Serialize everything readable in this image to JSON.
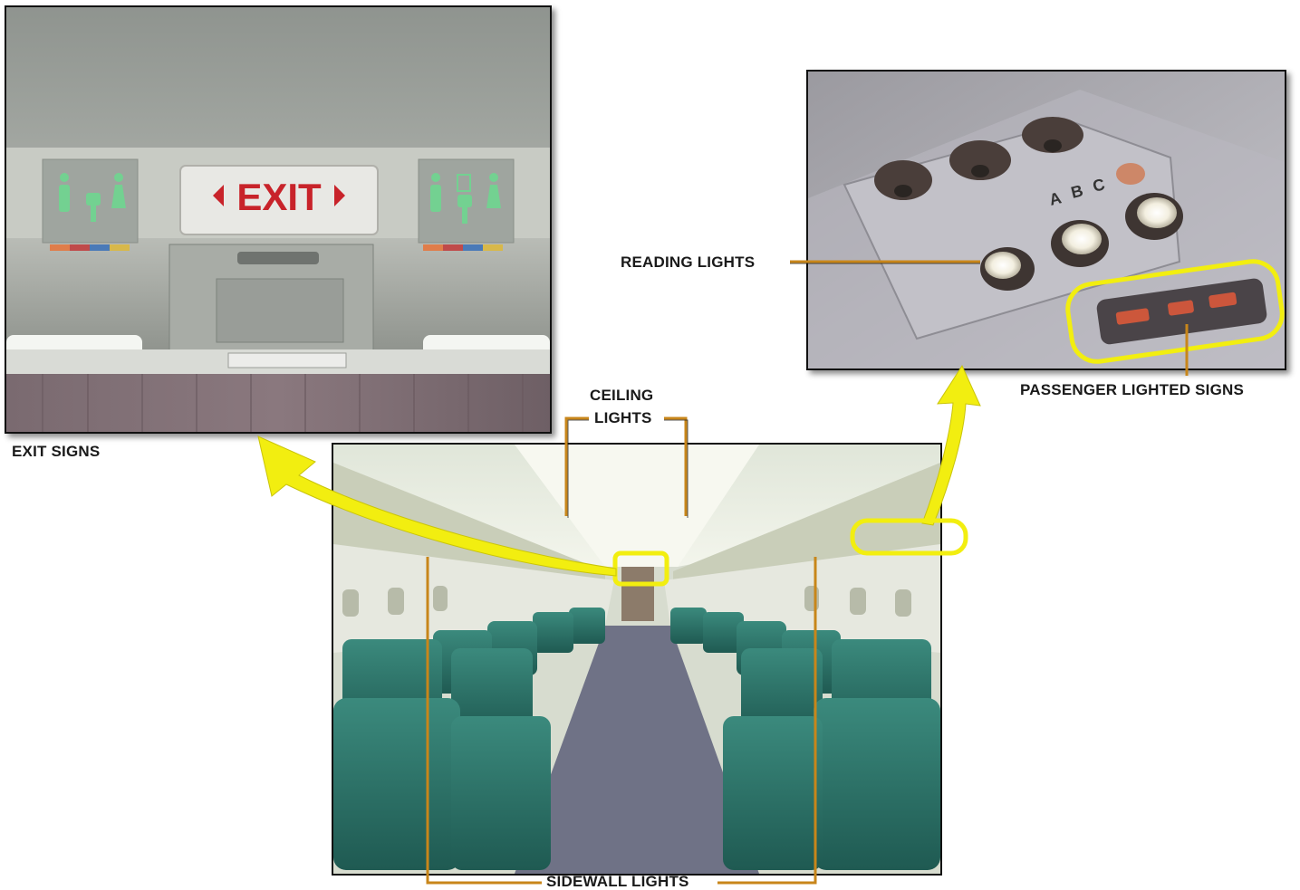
{
  "photos": {
    "exit_sign_text": "EXIT",
    "psu_letters": [
      "A",
      "B",
      "C"
    ]
  },
  "labels": {
    "exit_signs": "EXIT SIGNS",
    "ceiling_lights_line1": "CEILING",
    "ceiling_lights_line2": "LIGHTS",
    "reading_lights": "READING LIGHTS",
    "passenger_lighted_signs": "PASSENGER LIGHTED SIGNS",
    "sidewall_lights": "SIDEWALL LIGHTS"
  },
  "colors": {
    "callout_line": "#c8861a",
    "highlight": "#f2ee10",
    "seat": "#2f7a6e",
    "exit_text": "#c8232a",
    "lav_symbol": "#6fd690"
  }
}
